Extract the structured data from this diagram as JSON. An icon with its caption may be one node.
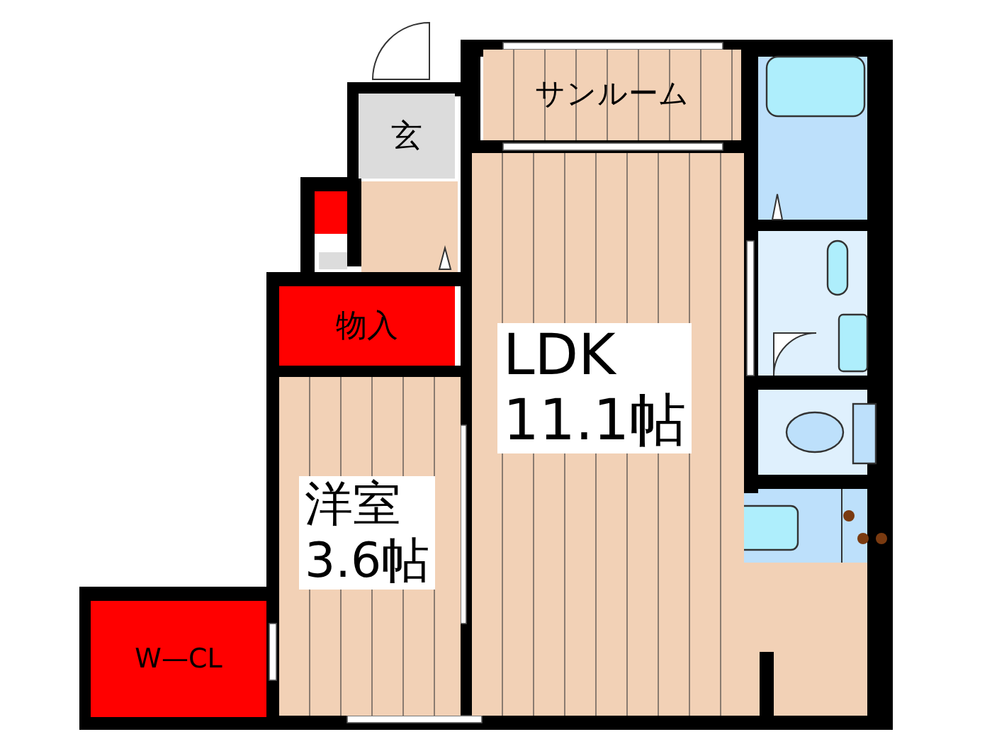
{
  "diagram": {
    "nodes": [
      {
        "text": [
          "サンルーム"
        ]
      },
      {
        "text": [
          "玄"
        ]
      },
      {
        "text": [
          "物入"
        ]
      },
      {
        "text": [
          "LDK",
          "11.1帖"
        ]
      },
      {
        "text": [
          "洋室",
          "3.6帖"
        ]
      },
      {
        "text": [
          "W—CL"
        ]
      }
    ]
  }
}
